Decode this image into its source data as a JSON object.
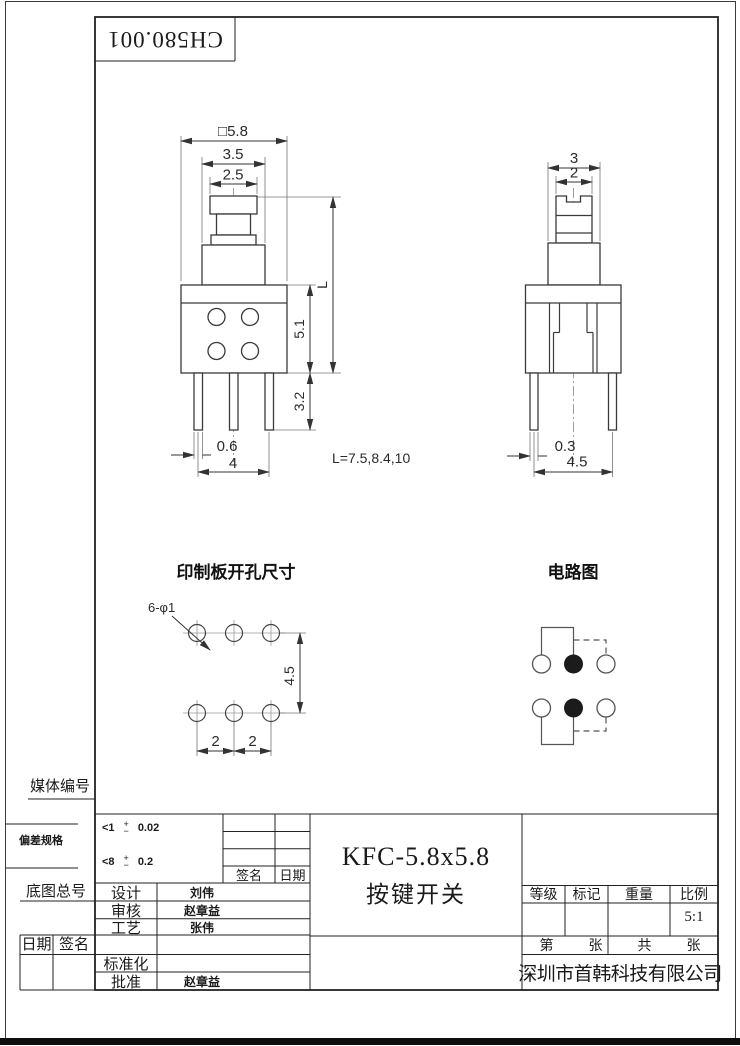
{
  "doc": {
    "number": "CH580.001"
  },
  "drawing": {
    "front": {
      "w": "□5.8",
      "d35": "3.5",
      "d25": "2.5",
      "L": "L",
      "d51": "5.1",
      "d32": "3.2",
      "d06": "0.6",
      "d4": "4",
      "note": "L=7.5,8.4,10"
    },
    "side": {
      "d3": "3",
      "d2": "2",
      "d03": "0.3",
      "d45": "4.5"
    },
    "pcb": {
      "title": "印制板开孔尺寸",
      "holes": "6-φ1",
      "d45": "4.5",
      "d2a": "2",
      "d2b": "2"
    },
    "circuit": {
      "title": "电路图"
    }
  },
  "tb": {
    "media": "媒体编号",
    "tol_label": "偏差规格",
    "tol": [
      {
        "range": "<1",
        "plus": "+",
        "minus": "−",
        "value": "0.02"
      },
      {
        "range": "<8",
        "plus": "+",
        "minus": "−",
        "value": "0.2"
      }
    ],
    "sign": "签名",
    "date": "日期",
    "base_no": "底图总号",
    "date2": "日期",
    "sign2": "签名",
    "rows": [
      {
        "label": "设计",
        "name": "刘伟"
      },
      {
        "label": "审核",
        "name": "赵章益"
      },
      {
        "label": "工艺",
        "name": "张伟"
      },
      {
        "label": "",
        "name": ""
      },
      {
        "label": "标准化",
        "name": ""
      },
      {
        "label": "批准",
        "name": "赵章益"
      }
    ],
    "part_no": "KFC-5.8x5.8",
    "part_name": "按键开关",
    "grade": "等级",
    "mark": "标记",
    "weight": "重量",
    "scale": "比例",
    "scale_value": "5:1",
    "sheet": [
      "第",
      "张",
      "共",
      "张"
    ],
    "company": "深圳市首韩科技有限公司"
  },
  "colors": {
    "ink": "#222222",
    "fill_dot": "#1b1b1b"
  }
}
